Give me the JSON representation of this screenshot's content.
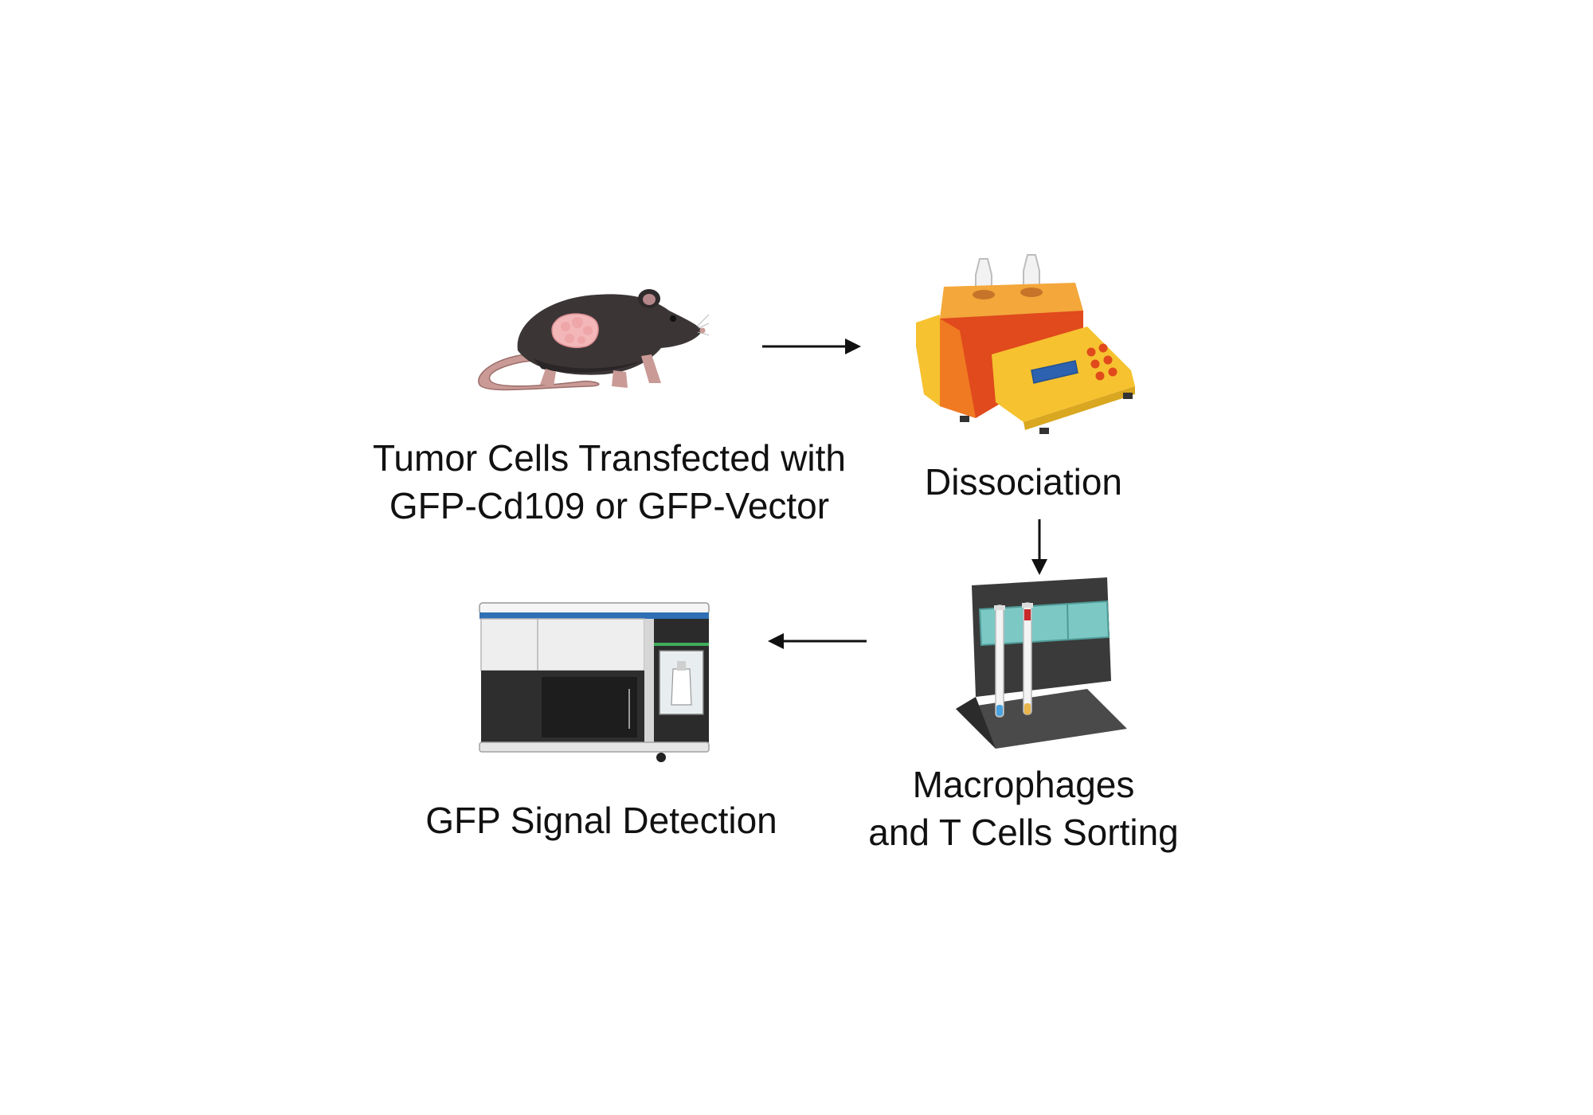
{
  "steps": [
    {
      "id": "mouse",
      "lines": [
        "Tumor Cells Transfected with",
        "GFP-Cd109 or GFP-Vector"
      ],
      "icon": "mouse-icon"
    },
    {
      "id": "dissociation",
      "lines": [
        "Dissociation"
      ],
      "icon": "tissue-dissociator-icon"
    },
    {
      "id": "sorting",
      "lines": [
        "Macrophages",
        "and T Cells Sorting"
      ],
      "icon": "magnetic-cell-separator-icon"
    },
    {
      "id": "detection",
      "lines": [
        "GFP Signal Detection"
      ],
      "icon": "flow-cytometer-icon"
    }
  ],
  "arrows": [
    {
      "from": "mouse",
      "to": "dissociation",
      "direction": "right"
    },
    {
      "from": "dissociation",
      "to": "sorting",
      "direction": "down"
    },
    {
      "from": "sorting",
      "to": "detection",
      "direction": "left"
    }
  ],
  "colors": {
    "text": "#111111",
    "arrow": "#111111",
    "dissociator_orange": "#f07a22",
    "dissociator_red": "#e04a1c",
    "dissociator_yellow": "#f6c230",
    "separator_dark": "#3a3a3a",
    "separator_teal": "#7cc8c4",
    "cytometer_blue": "#2f6fb5",
    "cytometer_gray": "#e6e6e6"
  }
}
